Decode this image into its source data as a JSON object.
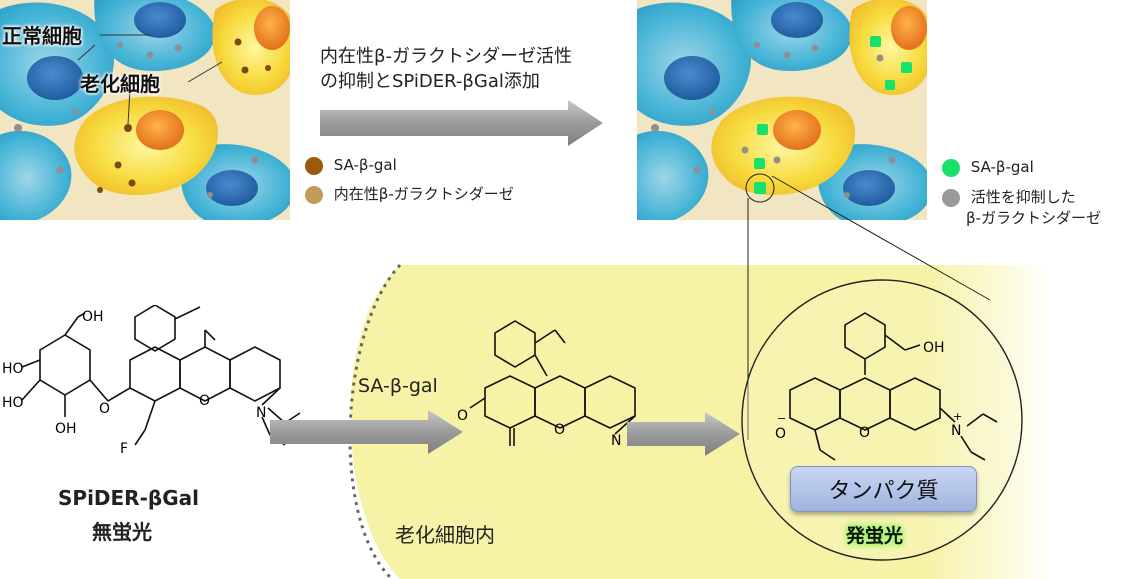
{
  "top_left_panel": {
    "label_normal_cell": "正常細胞",
    "label_senescent_cell": "老化細胞"
  },
  "left_legend": {
    "item1_label": "SA-β-gal",
    "item1_color": "#9a5a12",
    "item2_label": "内在性β-ガラクトシダーゼ",
    "item2_color": "#c49a5a"
  },
  "top_arrow": {
    "line1": "内在性β-ガラクトシダーゼ活性",
    "line2": "の抑制とSPiDER-βGal添加"
  },
  "right_legend": {
    "item1_label": "SA-β-gal",
    "item1_color": "#19e06a",
    "item2_label_line1": "活性を抑制した",
    "item2_label_line2": "β-ガラクトシダーゼ",
    "item2_color": "#9a9a9a"
  },
  "bottom": {
    "probe_name": "SPiDER-βGal",
    "probe_state": "無蛍光",
    "enzyme_label": "SA-β-gal",
    "region_label": "老化細胞内",
    "protein_label": "タンパク質",
    "fluorescent_label": "発蛍光"
  },
  "chem_labels": {
    "oh": "OH",
    "ho": "HO",
    "o": "O",
    "n": "N",
    "f": "F",
    "o_minus": "O",
    "n_plus": "N",
    "minus": "−",
    "plus": "+"
  },
  "colors": {
    "yellow_region": "#f6f3a6",
    "arrow_gray": "#9b9b9b",
    "protein_box": "#a9bde6",
    "fluor_green": "#00b050"
  }
}
